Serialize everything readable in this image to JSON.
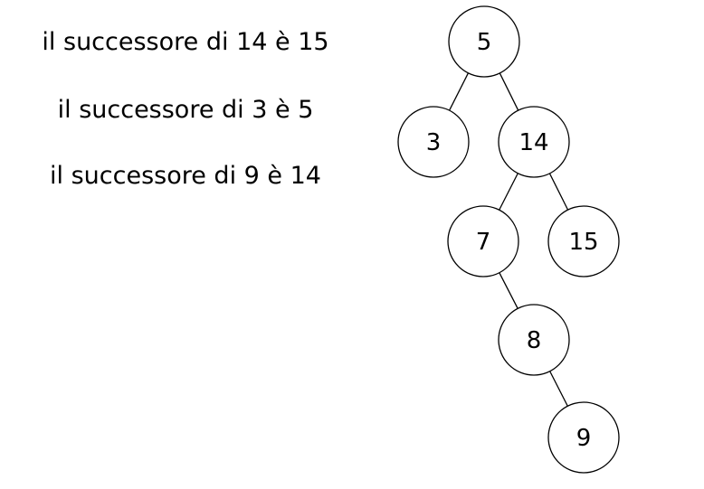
{
  "statements": [
    "il successore di 14 è 15",
    "il successore di 3 è 5",
    "il successore di 9 è 14"
  ],
  "tree": {
    "nodes": [
      {
        "id": "n5",
        "label": "5"
      },
      {
        "id": "n3",
        "label": "3"
      },
      {
        "id": "n14",
        "label": "14"
      },
      {
        "id": "n7",
        "label": "7"
      },
      {
        "id": "n15",
        "label": "15"
      },
      {
        "id": "n8",
        "label": "8"
      },
      {
        "id": "n9",
        "label": "9"
      }
    ],
    "edges": [
      [
        "n5",
        "n3"
      ],
      [
        "n5",
        "n14"
      ],
      [
        "n14",
        "n7"
      ],
      [
        "n14",
        "n15"
      ],
      [
        "n7",
        "n8"
      ],
      [
        "n8",
        "n9"
      ]
    ],
    "stroke_color": "#000000",
    "fill_color": "#ffffff"
  }
}
